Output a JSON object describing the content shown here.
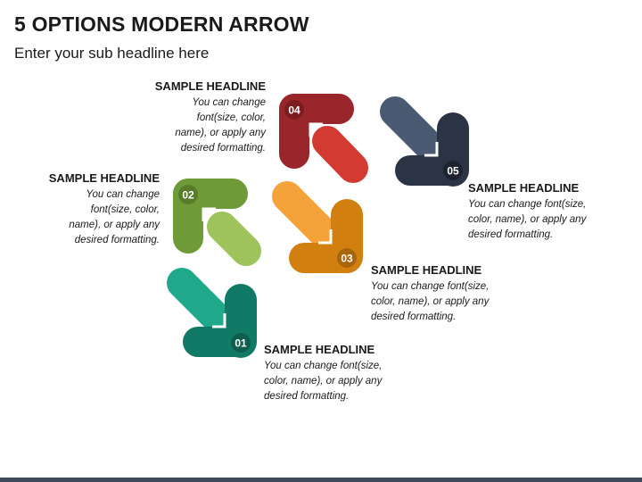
{
  "header": {
    "title": "5 OPTIONS MODERN ARROW",
    "subtitle": "Enter your sub headline here"
  },
  "options": [
    {
      "number": "01",
      "headline": "SAMPLE HEADLINE",
      "lines": [
        "You can change font(size,",
        "color, name), or apply any",
        "desired formatting."
      ],
      "color_light": "#1fa98a",
      "color_dark": "#117a66"
    },
    {
      "number": "02",
      "headline": "SAMPLE HEADLINE",
      "lines": [
        "You can change",
        "font(size, color,",
        "name), or apply any",
        "desired formatting."
      ],
      "color_light": "#9dc35a",
      "color_dark": "#6f9a38"
    },
    {
      "number": "03",
      "headline": "SAMPLE HEADLINE",
      "lines": [
        "You can change font(size,",
        "color, name), or apply any",
        "desired formatting."
      ],
      "color_light": "#f4a23a",
      "color_dark": "#d1800f"
    },
    {
      "number": "04",
      "headline": "SAMPLE HEADLINE",
      "lines": [
        "You can change",
        "font(size, color,",
        "name), or apply any",
        "desired formatting."
      ],
      "color_light": "#d33b32",
      "color_dark": "#98262a"
    },
    {
      "number": "05",
      "headline": "SAMPLE HEADLINE",
      "lines": [
        "You can change font(size,",
        "color, name), or apply any",
        "desired formatting."
      ],
      "color_light": "#4a5a72",
      "color_dark": "#2b3445"
    }
  ]
}
